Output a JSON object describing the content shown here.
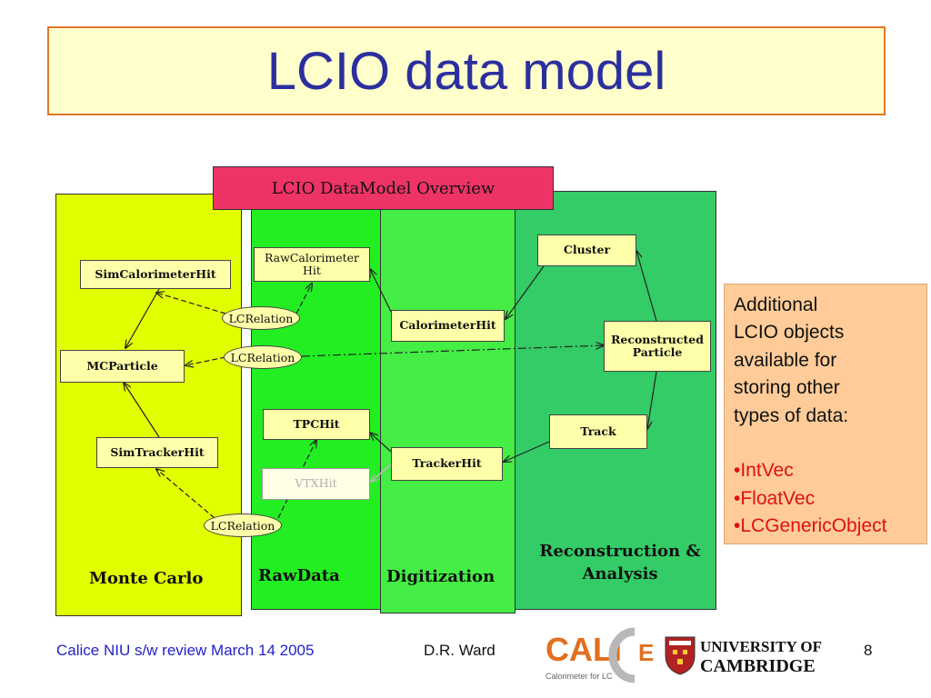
{
  "slide": {
    "title": "LCIO data model",
    "page_number": "8"
  },
  "diagram": {
    "header": "LCIO DataModel Overview",
    "columns": {
      "monte_carlo": "Monte Carlo",
      "raw_data": "RawData",
      "digitization": "Digitization",
      "reconstruction_line1": "Reconstruction &",
      "reconstruction_line2": "Analysis"
    },
    "nodes": {
      "sim_calorimeter_hit": "SimCalorimeterHit",
      "mc_particle": "MCParticle",
      "sim_tracker_hit": "SimTrackerHit",
      "raw_calorimeter_hit_line1": "RawCalorimeter",
      "raw_calorimeter_hit_line2": "Hit",
      "tpc_hit": "TPCHit",
      "vtx_hit": "VTXHit",
      "calorimeter_hit": "CalorimeterHit",
      "tracker_hit": "TrackerHit",
      "cluster": "Cluster",
      "reconstructed_particle_line1": "Reconstructed",
      "reconstructed_particle_line2": "Particle",
      "track": "Track"
    },
    "relations": [
      "LCRelation",
      "LCRelation",
      "LCRelation"
    ]
  },
  "info_box": {
    "lines": [
      "Additional",
      "LCIO objects",
      "available for",
      "storing other",
      "types of data:"
    ],
    "items": [
      "•IntVec",
      "•FloatVec",
      "•LCGenericObject"
    ]
  },
  "footer": {
    "left_text": "Calice NIU s/w review  March 14 2005",
    "author": "D.R. Ward",
    "calice_logo_text": "CALICE",
    "calice_logo_subtitle": "Calorimeter for LC",
    "university_line1": "UNIVERSITY OF",
    "university_line2": "CAMBRIDGE"
  },
  "colors": {
    "title_text": "#2b2f9e",
    "title_bg": "#ffffcc",
    "title_border": "#e0782a",
    "monte_carlo_bg": "#e2ff00",
    "raw_data_bg": "#22ee22",
    "digitization_bg": "#44ee44",
    "reconstruction_bg": "#33cc66",
    "header_bg": "#ee3366",
    "node_bg": "#ffffaa",
    "info_bg": "#ffcc99",
    "info_item": "#dd1111",
    "footer_link": "#2222cc"
  }
}
